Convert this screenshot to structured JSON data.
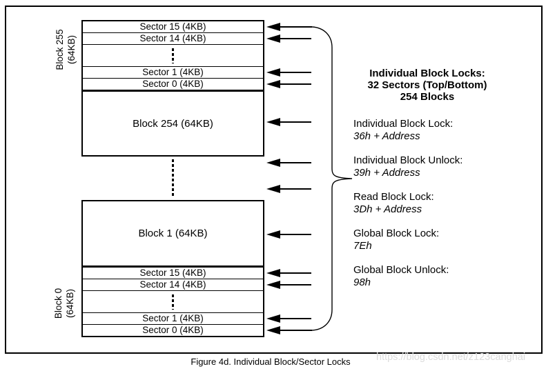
{
  "colors": {
    "ink": "#000000",
    "background": "#ffffff",
    "watermark": "#dbdbdb"
  },
  "memory_map": {
    "top_group": {
      "side_label": {
        "line1": "Block 255",
        "line2": "(64KB)"
      },
      "sector_15": "Sector 15 (4KB)",
      "sector_14": "Sector 14 (4KB)",
      "sector_1": "Sector 1 (4KB)",
      "sector_0": "Sector 0 (4KB)",
      "block_label": "Block 254 (64KB)"
    },
    "bottom_group": {
      "side_label": {
        "line1": "Block 0",
        "line2": "(64KB)"
      },
      "block_label": "Block 1 (64KB)",
      "sector_15": "Sector 15 (4KB)",
      "sector_14": "Sector 14 (4KB)",
      "sector_1": "Sector 1 (4KB)",
      "sector_0": "Sector 0 (4KB)"
    }
  },
  "legend": {
    "heading": {
      "line1": "Individual Block Locks:",
      "line2": "32 Sectors (Top/Bottom)",
      "line3": "254 Blocks"
    },
    "entries": [
      {
        "label": "Individual Block Lock:",
        "command": "36h + Address"
      },
      {
        "label": "Individual Block Unlock:",
        "command": "39h + Address"
      },
      {
        "label": "Read Block Lock:",
        "command": "3Dh + Address"
      },
      {
        "label": "Global Block Lock:",
        "command": "7Eh"
      },
      {
        "label": "Global Block Unlock:",
        "command": "98h"
      }
    ]
  },
  "caption": "Figure 4d. Individual Block/Sector Locks",
  "watermark": "https://blog.csdn.net/z123canghai"
}
